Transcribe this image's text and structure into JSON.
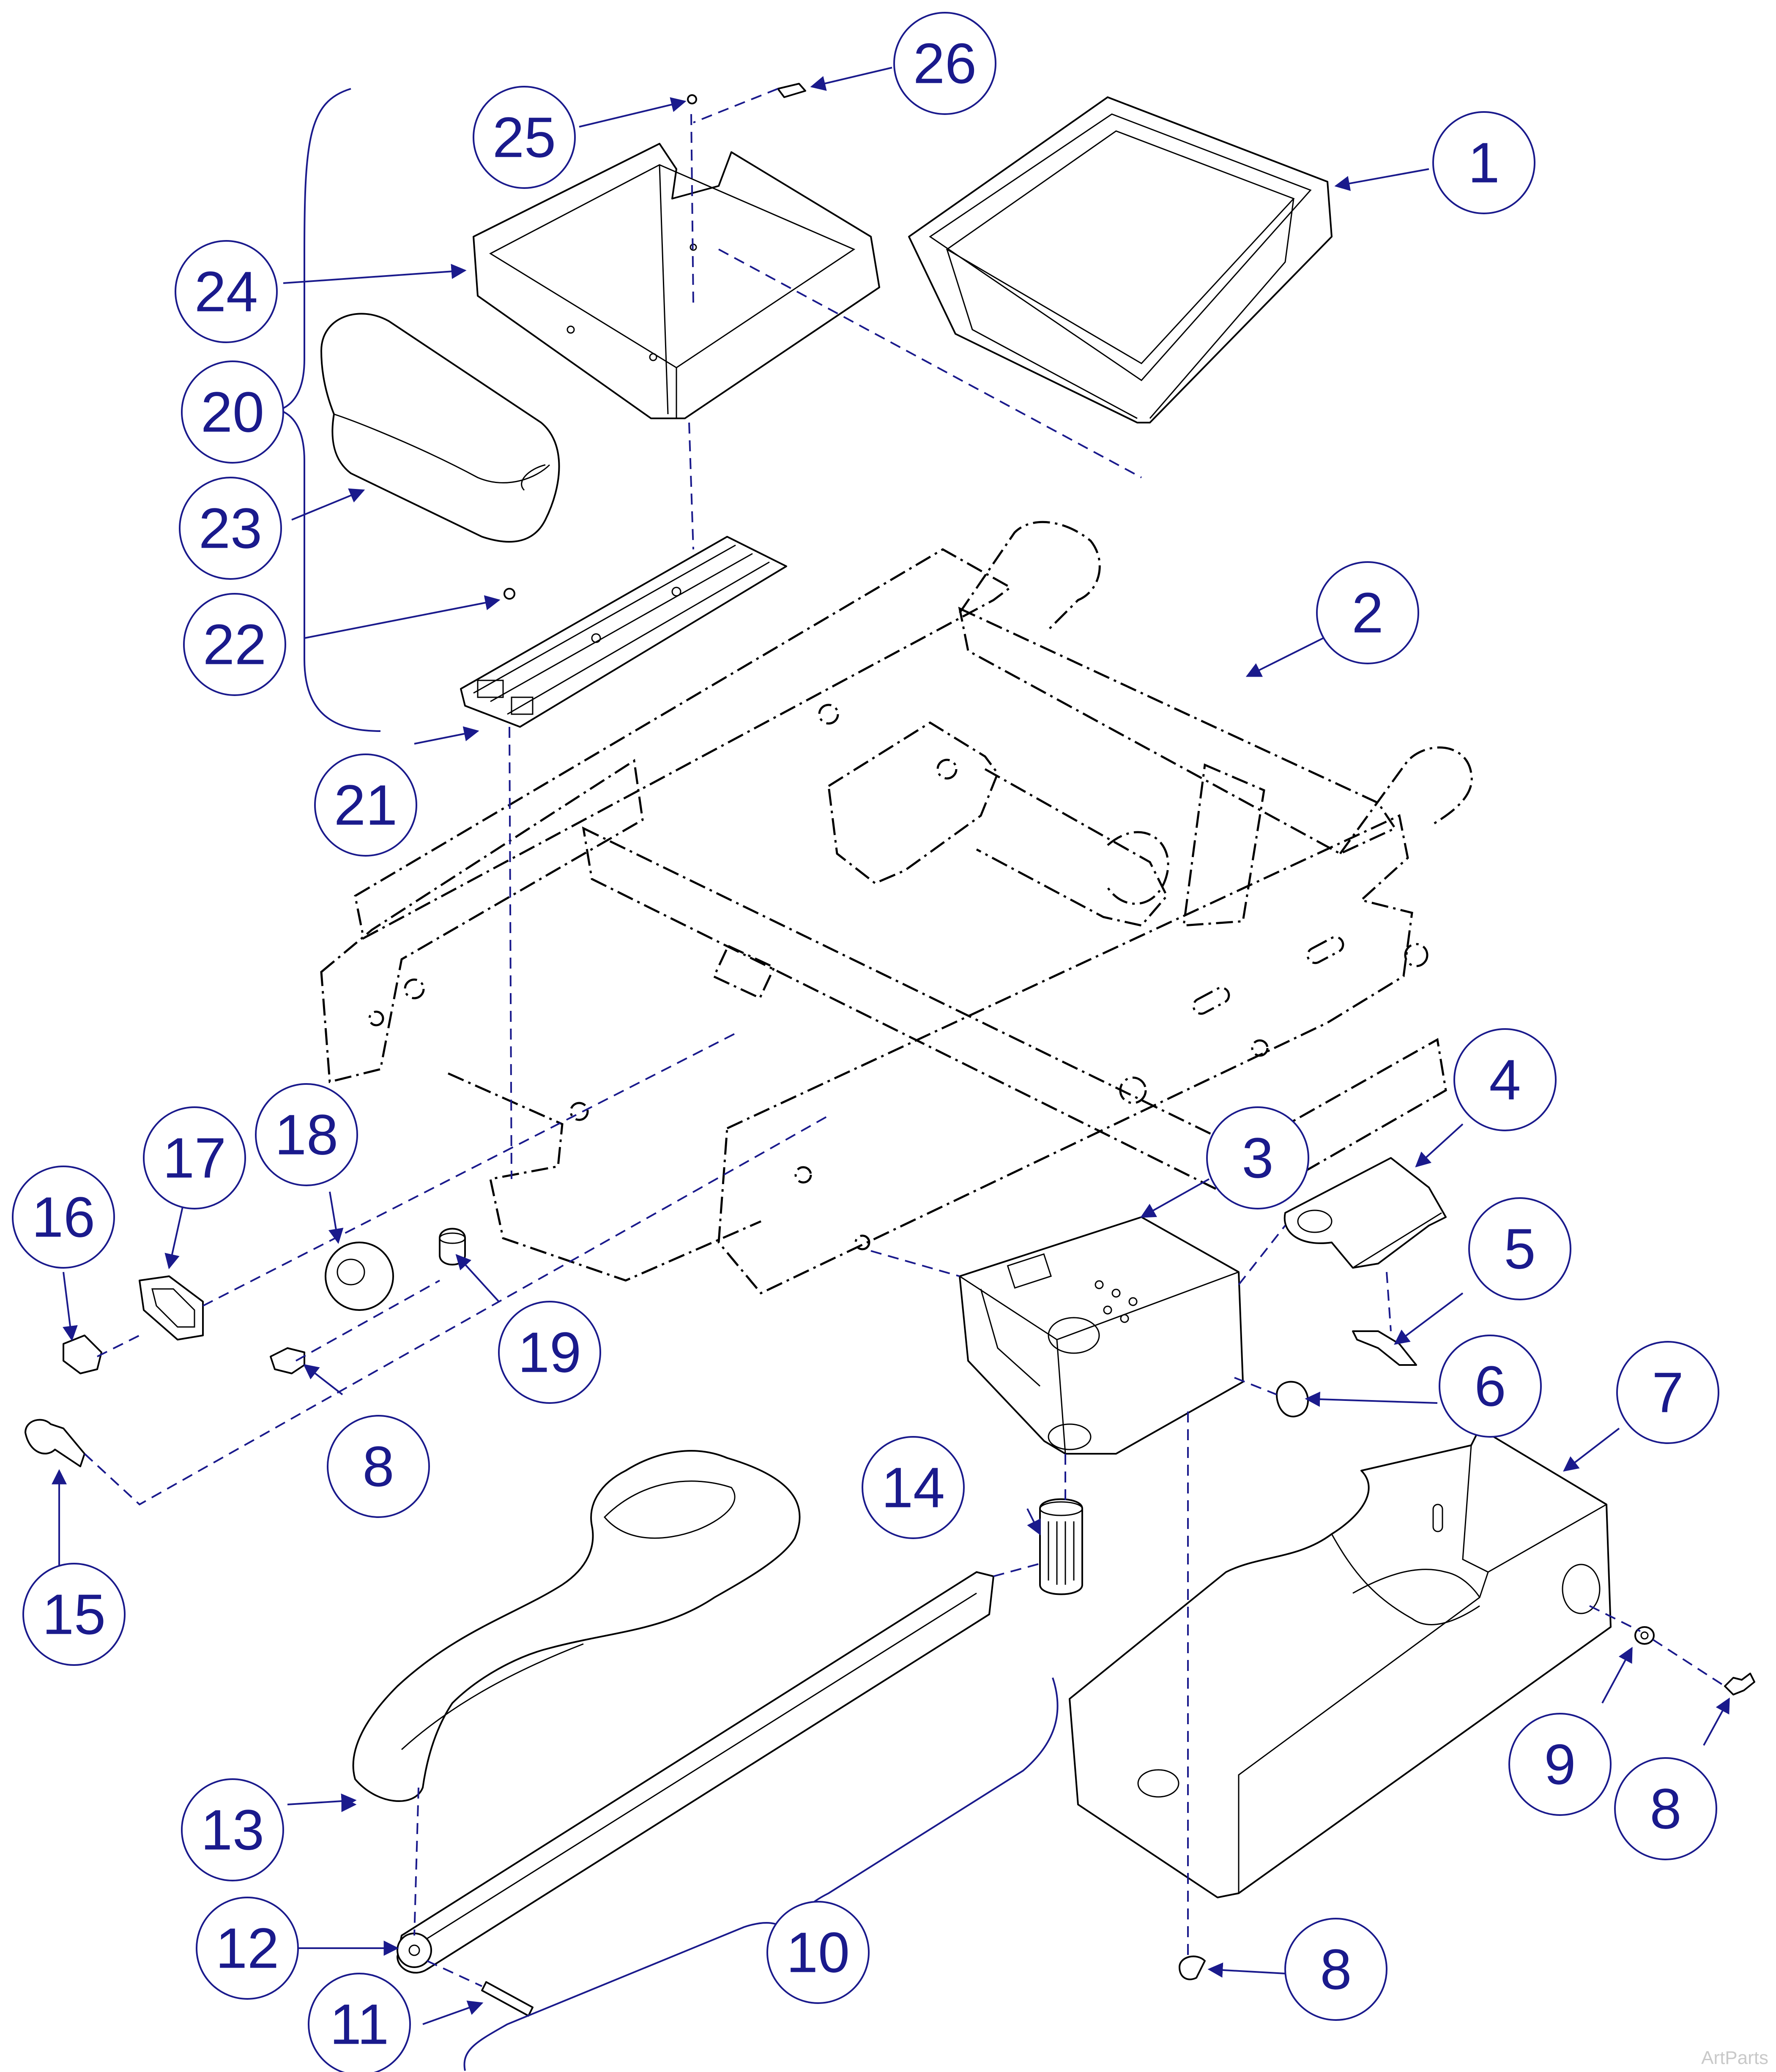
{
  "colors": {
    "callout": "#1a1a8c",
    "linework": "#000000",
    "watermark": "#c9c9c9"
  },
  "callouts": [
    {
      "label": "1"
    },
    {
      "label": "2"
    },
    {
      "label": "3"
    },
    {
      "label": "4"
    },
    {
      "label": "5"
    },
    {
      "label": "6"
    },
    {
      "label": "7"
    },
    {
      "label": "8"
    },
    {
      "label": "8"
    },
    {
      "label": "8"
    },
    {
      "label": "8"
    },
    {
      "label": "9"
    },
    {
      "label": "10"
    },
    {
      "label": "11"
    },
    {
      "label": "12"
    },
    {
      "label": "13"
    },
    {
      "label": "14"
    },
    {
      "label": "15"
    },
    {
      "label": "16"
    },
    {
      "label": "17"
    },
    {
      "label": "18"
    },
    {
      "label": "19"
    },
    {
      "label": "20"
    },
    {
      "label": "21"
    },
    {
      "label": "22"
    },
    {
      "label": "23"
    },
    {
      "label": "24"
    },
    {
      "label": "25"
    },
    {
      "label": "26"
    }
  ],
  "watermark": "ArtParts"
}
